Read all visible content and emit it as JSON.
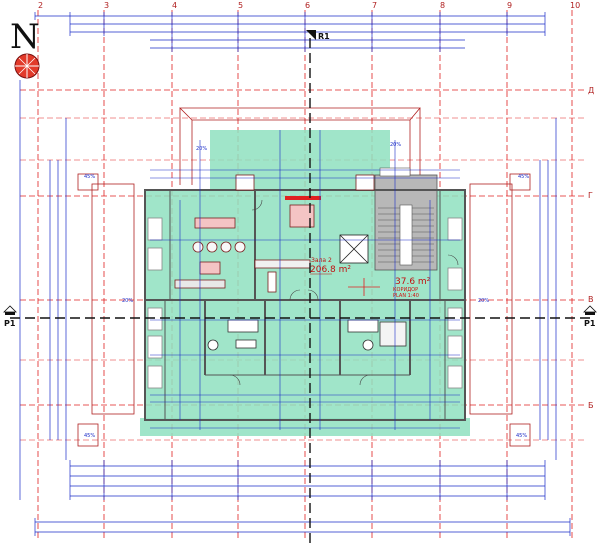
{
  "axes": {
    "columns": [
      "2",
      "3",
      "4",
      "5",
      "6",
      "7",
      "8",
      "9",
      "10"
    ],
    "rows": [
      "Д",
      "Г",
      "В",
      "Б"
    ]
  },
  "compass": {
    "letter": "N"
  },
  "sections": {
    "r1": "R1",
    "p1_left": "P1",
    "p1_right": "P1"
  },
  "rooms": {
    "hall": {
      "label": "Зала 2",
      "area": "206.8 m²"
    },
    "apartment": {
      "area": "37.6 m²",
      "label_line1": "КОРИДОР",
      "label_line2": "PLAN 1:40"
    }
  },
  "percentages": {
    "top_left": "20%",
    "top_right": "20%",
    "left_top": "45%",
    "right_top": "45%",
    "left_bottom": "45%",
    "right_bottom": "45%",
    "mid_left": "20%",
    "mid_right": "20%"
  },
  "colors": {
    "floor_fill": "#8fe0c0",
    "grid_red": "#e02020",
    "dims_blue": "#1a2bc8",
    "walls": "#555555",
    "stairs": "#b8b8b8"
  }
}
